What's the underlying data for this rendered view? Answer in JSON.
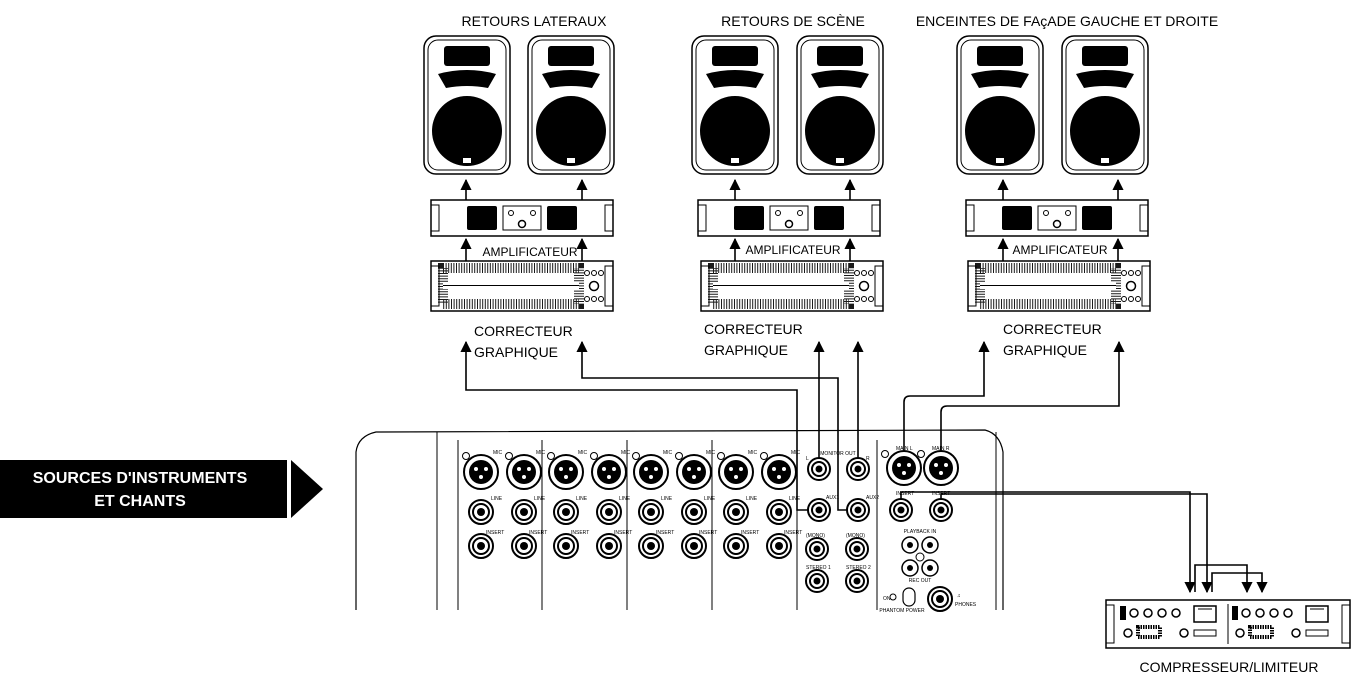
{
  "titles": {
    "lateral": "RETOURS LATERAUX",
    "stage": "RETOURS DE SCÈNE",
    "front": "ENCEINTES DE FAçADE GAUCHE ET DROITE"
  },
  "amplifier_label": "AMPLIFICATEUR",
  "eq_label": [
    "CORRECTEUR",
    "GRAPHIQUE"
  ],
  "sources_label": [
    "SOURCES D'INSTRUMENTS",
    "ET CHANTS"
  ],
  "compressor_label": "COMPRESSEUR/LIMITEUR",
  "mixer": {
    "channel_tags": {
      "mic": "MIC",
      "line": "LINE",
      "insert": "INSERT"
    },
    "monitor_out": "MONITOR OUT",
    "aux1": "AUX1",
    "aux2": "AUX2",
    "mono": "(MONO)",
    "stereo1": "STEREO 1",
    "stereo2": "STEREO 2",
    "left": "L",
    "right": "R",
    "main_l": "MAIN L",
    "main_r": "MAIN R",
    "insert": "INSERT",
    "playback_in": "PLAYBACK IN",
    "rec_out": "REC OUT",
    "phantom_power": "PHANTOM POWER",
    "on": "ON",
    "phones": "PHONES"
  },
  "colors": {
    "banner": "#000000",
    "ink": "#000000",
    "background": "#ffffff"
  }
}
